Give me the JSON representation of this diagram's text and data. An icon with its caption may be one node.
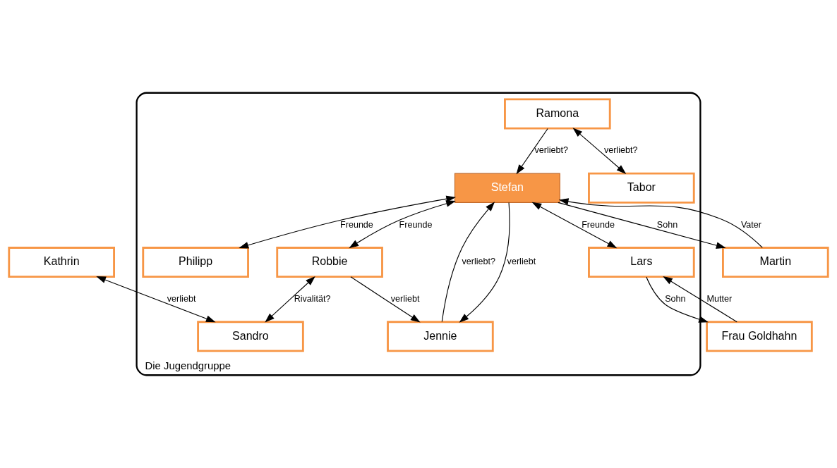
{
  "diagram": {
    "nodes": [
      {
        "text": [
          "Die Jugendgruppe"
        ]
      },
      {
        "text": [
          "Martin"
        ]
      },
      {
        "text": [
          "Kathrin"
        ]
      },
      {
        "text": [
          "Philipp"
        ],
        "in": 0
      },
      {
        "text": [
          "Sandro"
        ],
        "in": 0
      },
      {
        "text": [
          "Stefan"
        ],
        "in": 0
      },
      {
        "text": [
          "Jennie"
        ],
        "in": 0
      },
      {
        "text": [
          "Robbie"
        ],
        "in": 0
      },
      {
        "text": [
          "Lars"
        ],
        "in": 0
      },
      {
        "text": [
          "Ramona"
        ],
        "in": 0
      },
      {
        "text": [
          "Tabor"
        ],
        "in": 0
      },
      {
        "text": [
          "Frau Goldhahn"
        ]
      }
    ],
    "edges": [
      {
        "from": 1,
        "to": 5,
        "arrow": "to",
        "label": "Vater"
      },
      {
        "from": 5,
        "to": 1,
        "arrow": "to",
        "label": "Sohn"
      },
      {
        "from": 5,
        "to": 3,
        "arrow": "both",
        "label": "Freunde"
      },
      {
        "from": 2,
        "to": 4,
        "arrow": "both",
        "label": "verliebt"
      },
      {
        "from": 6,
        "to": 5,
        "arrow": "to",
        "label": "verliebt?"
      },
      {
        "from": 5,
        "to": 6,
        "arrow": "to",
        "label": "verliebt"
      },
      {
        "from": 5,
        "to": 7,
        "arrow": "both",
        "label": "Freunde"
      },
      {
        "from": 7,
        "to": 4,
        "arrow": "both",
        "label": "Rivalität?"
      },
      {
        "from": 7,
        "to": 6,
        "arrow": "to",
        "label": "verliebt"
      },
      {
        "from": 9,
        "to": 5,
        "arrow": "to",
        "label": "verliebt?"
      },
      {
        "from": 5,
        "to": 8,
        "arrow": "both",
        "label": "Freunde"
      },
      {
        "from": 9,
        "to": 10,
        "arrow": "both",
        "label": "verliebt?"
      },
      {
        "from": 11,
        "to": 8,
        "arrow": "to",
        "label": "Mutter"
      },
      {
        "from": 8,
        "to": 11,
        "arrow": "to",
        "label": "Sohn"
      }
    ]
  }
}
